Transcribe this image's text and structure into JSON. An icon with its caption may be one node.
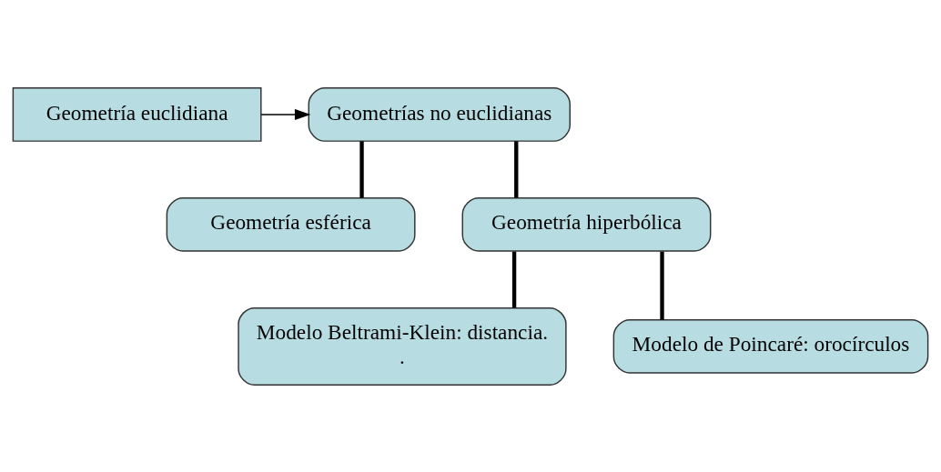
{
  "diagram": {
    "nodes": [
      {
        "text": [
          "Geometría euclidiana"
        ]
      },
      {
        "text": [
          "Geometrías no euclidianas"
        ]
      },
      {
        "text": [
          "Geometría esférica"
        ]
      },
      {
        "text": [
          "Geometría hiperbólica"
        ]
      },
      {
        "text": [
          "Modelo Beltrami-Klein: distancia.",
          "."
        ]
      },
      {
        "text": [
          "Modelo de Poincaré: orocírculos"
        ]
      }
    ],
    "edges": [
      {
        "from": 0,
        "to": 1,
        "arrow": "to"
      },
      {
        "from": 1,
        "to": 2,
        "arrow": "none"
      },
      {
        "from": 1,
        "to": 3,
        "arrow": "none"
      },
      {
        "from": 3,
        "to": 4,
        "arrow": "none"
      },
      {
        "from": 3,
        "to": 5,
        "arrow": "none"
      }
    ]
  }
}
